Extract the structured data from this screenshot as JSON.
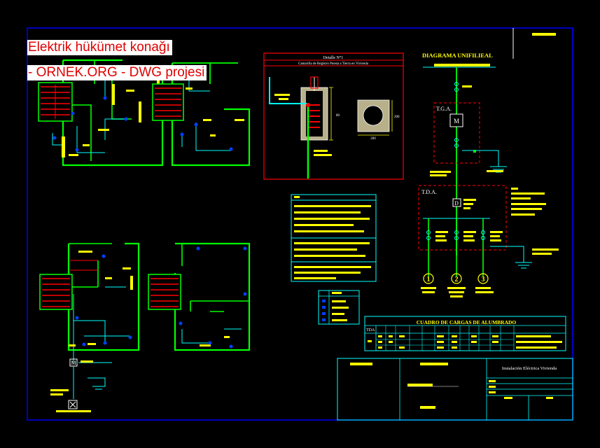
{
  "watermark": {
    "line1": "Elektrik hükümet konağı",
    "line2": "- ORNEK.ORG - DWG projesi"
  },
  "detail": {
    "title": "Detalle N°1",
    "subtitle": "Camarilla de Registro Puesta a Tierra en Vivienda",
    "dim1": "80",
    "dim2": "200",
    "dim3": "200"
  },
  "single_line": {
    "title": "DIAGRAMA UNIFILIEAL",
    "tga_label": "T.G.A.",
    "tda_label": "T.D.A.",
    "meter_symbol": "M",
    "diff_symbol": "D",
    "circuits": [
      "1",
      "2",
      "3"
    ]
  },
  "load_table": {
    "title": "CUADRO DE CARGAS DE ALUMBRADO",
    "first_col": "TDA"
  },
  "title_block": {
    "project": "Instalación Eléctrica Vivienda"
  },
  "floorplan_meter_symbol": "M",
  "colors": {
    "background": "#000000",
    "frame": "#0000ff",
    "wall": "#00ff00",
    "annotation": "#ffff00",
    "wiring": "#00ffff",
    "detail_frame": "#ff0000",
    "device": "#0040ff",
    "hatch_red": "#ff0000",
    "watermark_text": "#e00000"
  }
}
